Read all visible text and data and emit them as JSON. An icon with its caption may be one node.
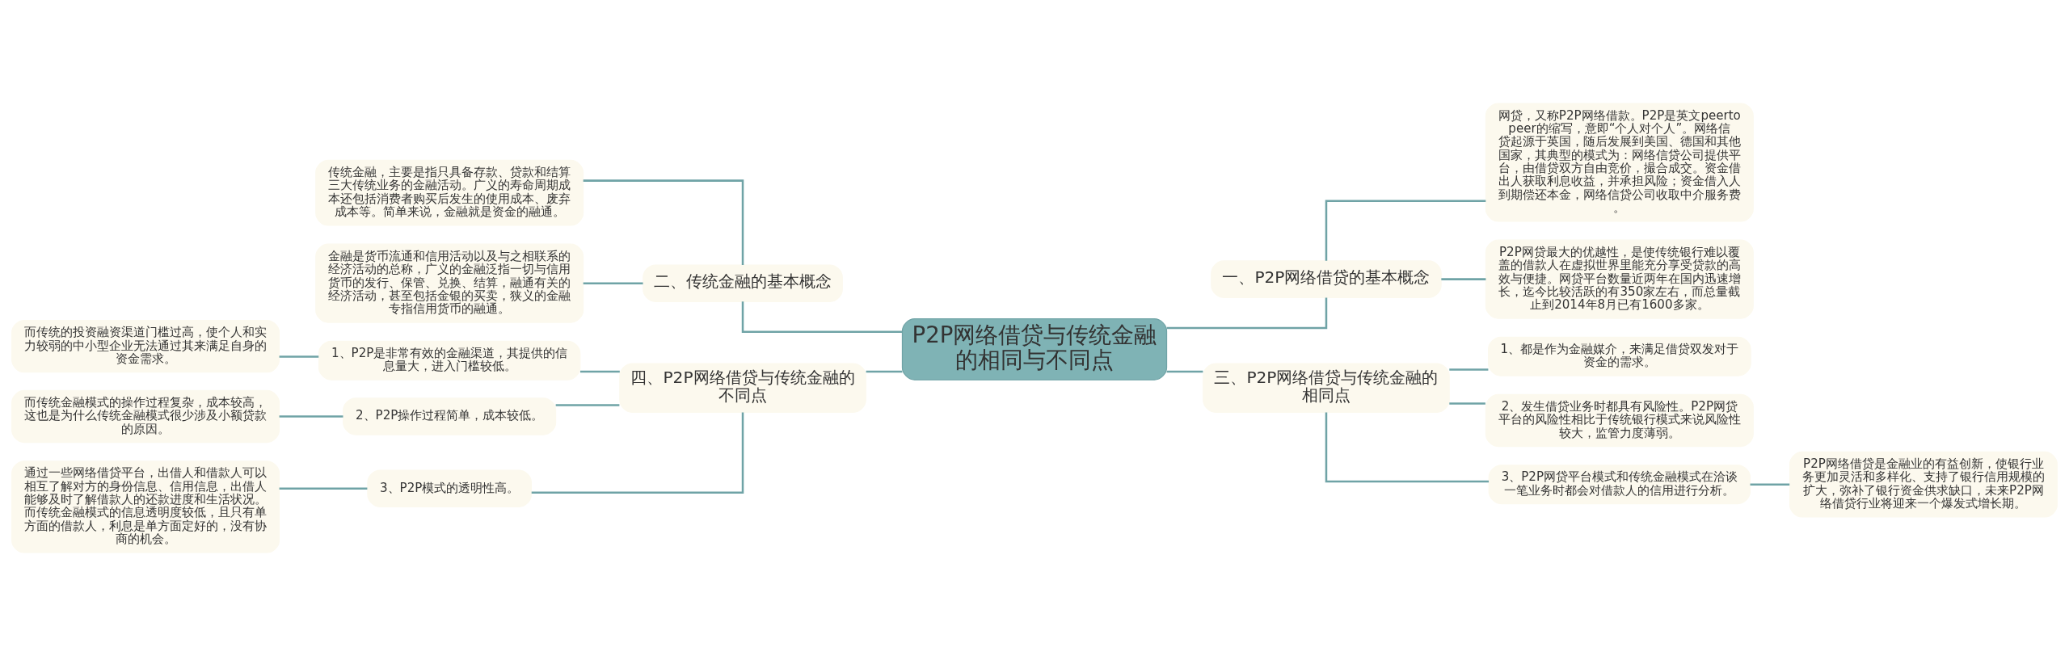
{
  "diagram": {
    "nodes": [
      {
        "text": [
          "P2P网络借贷与传统金融的相同与不同点"
        ]
      },
      {
        "text": [
          "二、传统金融的基本概念"
        ]
      },
      {
        "text": [
          "传统金融，主要是指只具备存款、贷款和结算三大传统业务的金融活动。广义的寿命周期成本还包括消费者购买后发生的使用成本、废弃成本等。简单来说，金融就是资金的融通。"
        ]
      },
      {
        "text": [
          "金融是货币流通和信用活动以及与之相联系的经济活动的总称，广义的金融泛指一切与信用货币的发行、保管、兑换、结算，融通有关的经济活动，甚至包括金银的买卖，狭义的金融专指信用货币的融通。"
        ]
      },
      {
        "text": [
          "四、P2P网络借贷与传统金融的不同点"
        ]
      },
      {
        "text": [
          "1、P2P是非常有效的金融渠道，其提供的信息量大，进入门槛较低。"
        ]
      },
      {
        "text": [
          "而传统的投资融资渠道门槛过高，使个人和实力较弱的中小型企业无法通过其来满足自身的资金需求。"
        ]
      },
      {
        "text": [
          "2、P2P操作过程简单，成本较低。"
        ]
      },
      {
        "text": [
          "而传统金融模式的操作过程复杂，成本较高，这也是为什么传统金融模式很少涉及小额贷款的原因。"
        ]
      },
      {
        "text": [
          "3、P2P模式的透明性高。"
        ]
      },
      {
        "text": [
          "通过一些网络借贷平台，出借人和借款人可以相互了解对方的身份信息、信用信息，出借人能够及时了解借款人的还款进度和生活状况。而传统金融模式的信息透明度较低，且只有单方面的借款人，利息是单方面定好的，没有协商的机会。"
        ]
      },
      {
        "text": [
          "一、P2P网络借贷的基本概念"
        ]
      },
      {
        "text": [
          "网贷，又称P2P网络借款。P2P是英文peertopeer的缩写，意即“个人对个人”。网络信贷起源于英国，随后发展到美国、德国和其他国家，其典型的模式为：网络信贷公司提供平台，由借贷双方自由竞价，撮合成交。资金借出人获取利息收益，并承担风险；资金借入人到期偿还本金，网络信贷公司收取中介服务费。"
        ]
      },
      {
        "text": [
          "P2P网贷最大的优越性，是使传统银行难以覆盖的借款人在虚拟世界里能充分享受贷款的高效与便捷。网贷平台数量近两年在国内迅速增长，迄今比较活跃的有350家左右，而总量截止到2014年8月已有1600多家。"
        ]
      },
      {
        "text": [
          "三、P2P网络借贷与传统金融的相同点"
        ]
      },
      {
        "text": [
          "1、都是作为金融媒介，来满足借贷双发对于资金的需求。"
        ]
      },
      {
        "text": [
          "2、发生借贷业务时都具有风险性。P2P网贷平台的风险性相比于传统银行模式来说风险性较大，监管力度薄弱。"
        ]
      },
      {
        "text": [
          "3、P2P网贷平台模式和传统金融模式在洽谈一笔业务时都会对借款人的信用进行分析。"
        ]
      },
      {
        "text": [
          "P2P网络借贷是金融业的有益创新，使银行业务更加灵活和多样化、支持了银行信用规模的扩大，弥补了银行资金供求缺口，未来P2P网络借贷行业将迎来一个爆发式增长期。"
        ]
      }
    ],
    "edges": [
      {
        "from": 2,
        "to": 1,
        "arrow": "none"
      },
      {
        "from": 3,
        "to": 1,
        "arrow": "none"
      },
      {
        "from": 1,
        "to": 0,
        "arrow": "none"
      },
      {
        "from": 6,
        "to": 5,
        "arrow": "none"
      },
      {
        "from": 8,
        "to": 7,
        "arrow": "none"
      },
      {
        "from": 10,
        "to": 9,
        "arrow": "none"
      },
      {
        "from": 5,
        "to": 4,
        "arrow": "none"
      },
      {
        "from": 7,
        "to": 4,
        "arrow": "none"
      },
      {
        "from": 9,
        "to": 4,
        "arrow": "none"
      },
      {
        "from": 4,
        "to": 0,
        "arrow": "none"
      },
      {
        "from": 0,
        "to": 11,
        "arrow": "none"
      },
      {
        "from": 11,
        "to": 12,
        "arrow": "none"
      },
      {
        "from": 11,
        "to": 13,
        "arrow": "none"
      },
      {
        "from": 0,
        "to": 14,
        "arrow": "none"
      },
      {
        "from": 14,
        "to": 15,
        "arrow": "none"
      },
      {
        "from": 14,
        "to": 16,
        "arrow": "none"
      },
      {
        "from": 14,
        "to": 17,
        "arrow": "none"
      },
      {
        "from": 17,
        "to": 18,
        "arrow": "none"
      }
    ]
  }
}
